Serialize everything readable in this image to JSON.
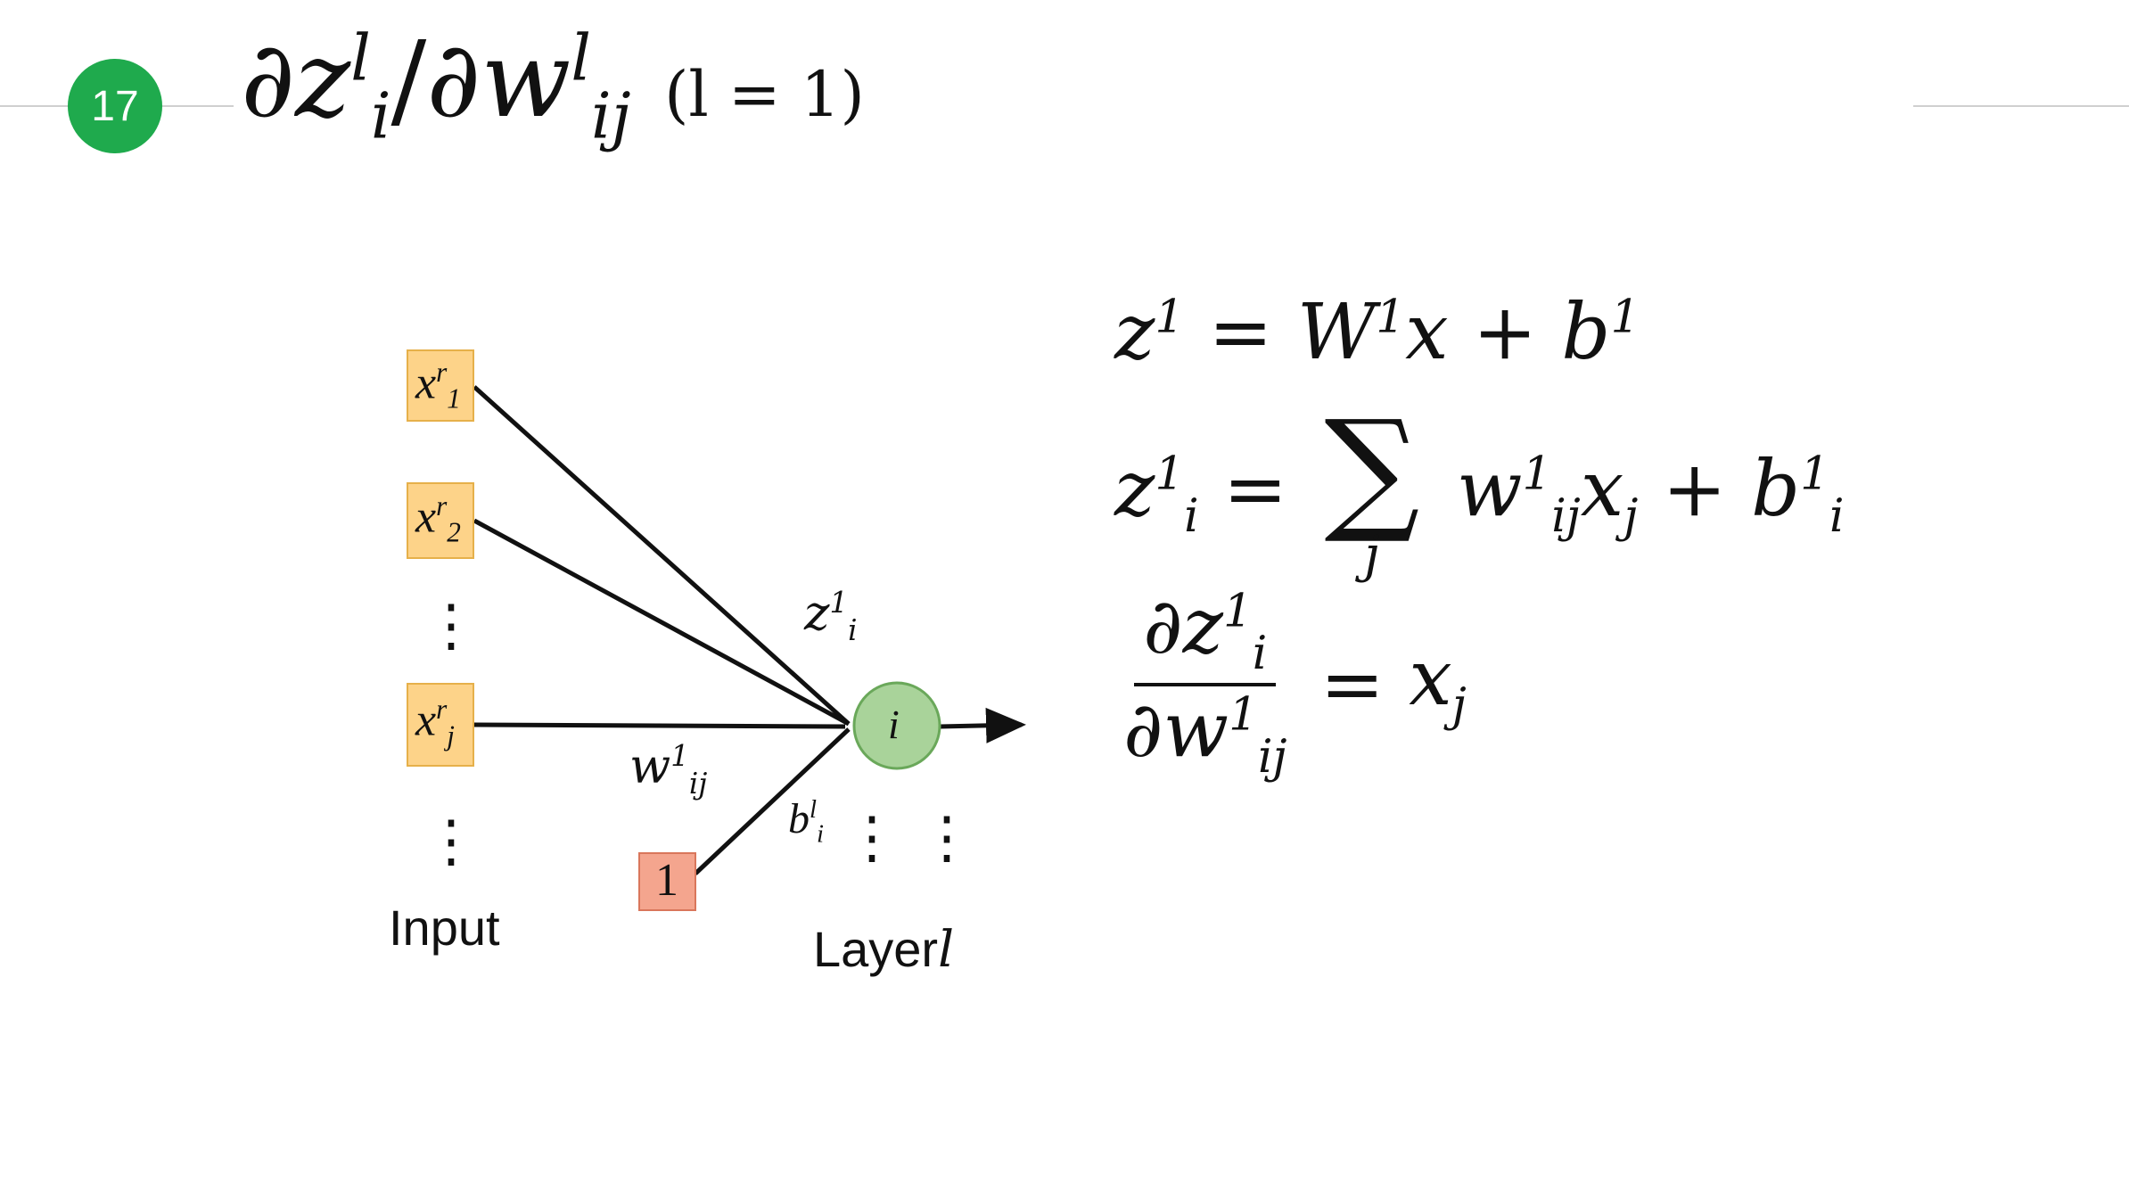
{
  "slide": {
    "number": "17",
    "title": {
      "partial": "∂",
      "z": "z",
      "z_sup": "l",
      "z_sub": "i",
      "slash": "/",
      "w": "w",
      "w_sup": "l",
      "w_sub": "ij",
      "condition": "(l = 1)"
    }
  },
  "diagram": {
    "inputs": [
      {
        "base": "x",
        "sup": "r",
        "sub": "1"
      },
      {
        "base": "x",
        "sup": "r",
        "sub": "2"
      },
      {
        "base": "x",
        "sup": "r",
        "sub": "j"
      }
    ],
    "bias_input": "1",
    "neuron": "i",
    "weight": {
      "base": "w",
      "sup": "1",
      "sub": "ij"
    },
    "z_label": {
      "base": "z",
      "sup": "1",
      "sub": "i"
    },
    "bias_label": {
      "base": "b",
      "sup": "l",
      "sub": "i"
    },
    "ellipsis": "⋮",
    "input_caption": "Input",
    "layer_caption": "Layer",
    "layer_symbol": "l",
    "colors": {
      "input_fill": "#fdd389",
      "input_border": "#e6b04a",
      "bias_fill": "#f4a58e",
      "bias_border": "#d9765b",
      "neuron_fill": "#a9d39a",
      "neuron_border": "#6aa85a"
    }
  },
  "equations": {
    "eq1": {
      "lhs": "z",
      "lhs_sup": "1",
      "eqsign": "=",
      "W": "W",
      "W_sup": "1",
      "x": "x",
      "plus": "+",
      "b": "b",
      "b_sup": "1"
    },
    "eq2": {
      "lhs": "z",
      "lhs_sup": "1",
      "lhs_sub": "i",
      "eqsign": "=",
      "sigma": "∑",
      "sum_index": "j",
      "w": "w",
      "w_sup": "1",
      "w_sub": "ij",
      "x": "x",
      "x_sub": "j",
      "plus": "+",
      "b": "b",
      "b_sup": "1",
      "b_sub": "i"
    },
    "eq3": {
      "partial": "∂",
      "num": "z",
      "num_sup": "1",
      "num_sub": "i",
      "den": "w",
      "den_sup": "1",
      "den_sub": "ij",
      "eqsign": "=",
      "rhs": "x",
      "rhs_sub": "j"
    }
  }
}
